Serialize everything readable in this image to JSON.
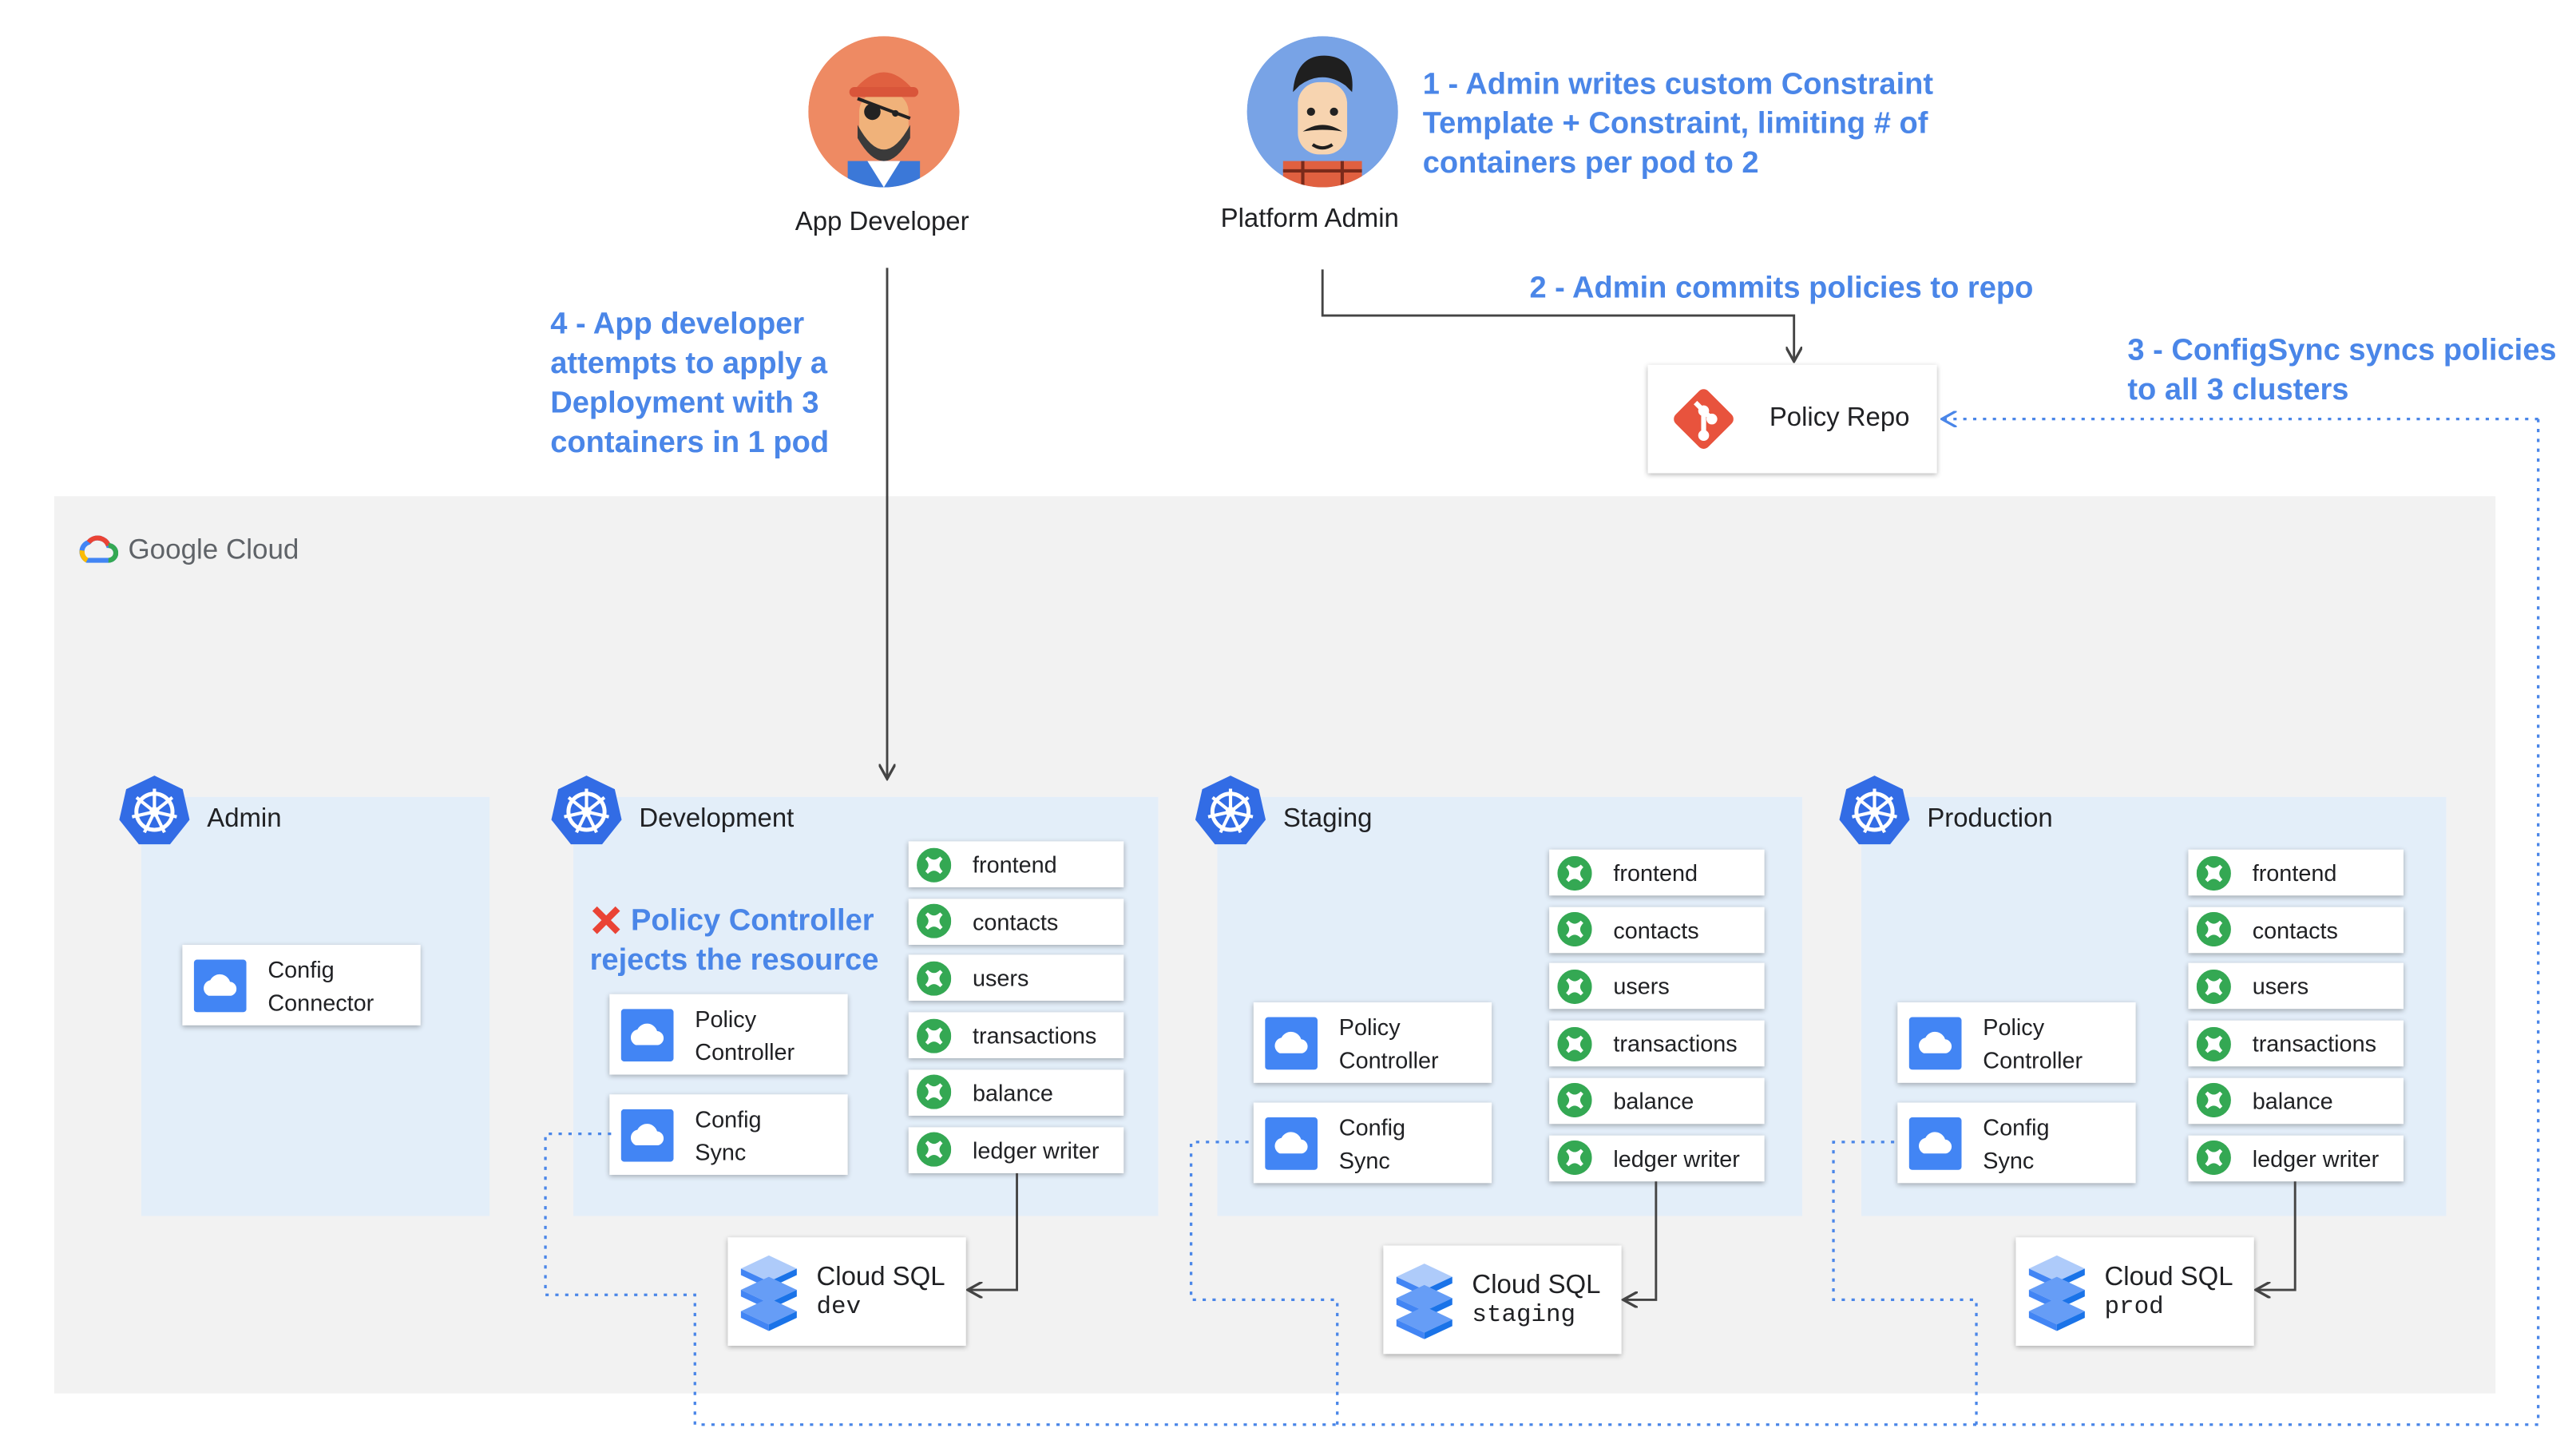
{
  "people": {
    "developer": {
      "label": "App Developer",
      "avatar": "pirate-developer-avatar"
    },
    "admin": {
      "label": "Platform Admin",
      "avatar": "mustached-admin-avatar"
    }
  },
  "annotations": {
    "step1": [
      "1 - Admin writes custom Constraint",
      "Template + Constraint, limiting # of",
      "containers per pod to 2"
    ],
    "step2": "2 - Admin commits policies to repo",
    "step3": [
      "3 - ConfigSync syncs policies",
      "to all 3 clusters"
    ],
    "step4": [
      "4 - App developer",
      "attempts to apply a",
      "Deployment with 3",
      "containers in 1 pod"
    ],
    "reject": [
      "Policy Controller",
      "rejects the resource"
    ]
  },
  "policy_repo": {
    "label": "Policy Repo",
    "icon": "git-icon"
  },
  "brand": {
    "name": "Google Cloud",
    "icon": "google-cloud-logo"
  },
  "clusters": {
    "admin": {
      "title": "Admin",
      "components": [
        [
          "Config",
          "Connector"
        ]
      ]
    },
    "development": {
      "title": "Development",
      "components": [
        [
          "Policy",
          "Controller"
        ],
        [
          "Config",
          "Sync"
        ]
      ]
    },
    "staging": {
      "title": "Staging",
      "components": [
        [
          "Policy",
          "Controller"
        ],
        [
          "Config",
          "Sync"
        ]
      ]
    },
    "production": {
      "title": "Production",
      "components": [
        [
          "Policy",
          "Controller"
        ],
        [
          "Config",
          "Sync"
        ]
      ]
    }
  },
  "services": [
    "frontend",
    "contacts",
    "users",
    "transactions",
    "balance",
    "ledger writer"
  ],
  "databases": {
    "dev": {
      "name": "Cloud SQL",
      "instance": "dev"
    },
    "staging": {
      "name": "Cloud SQL",
      "instance": "staging"
    },
    "prod": {
      "name": "Cloud SQL",
      "instance": "prod"
    }
  },
  "colors": {
    "annotation": "#4a86e8",
    "cluster_bg": "#e3eef9",
    "gcp_bg": "#f2f2f2",
    "k8s": "#326ce5",
    "service_green": "#34a853",
    "reject_red": "#ea4335",
    "git": "#e8533d"
  }
}
